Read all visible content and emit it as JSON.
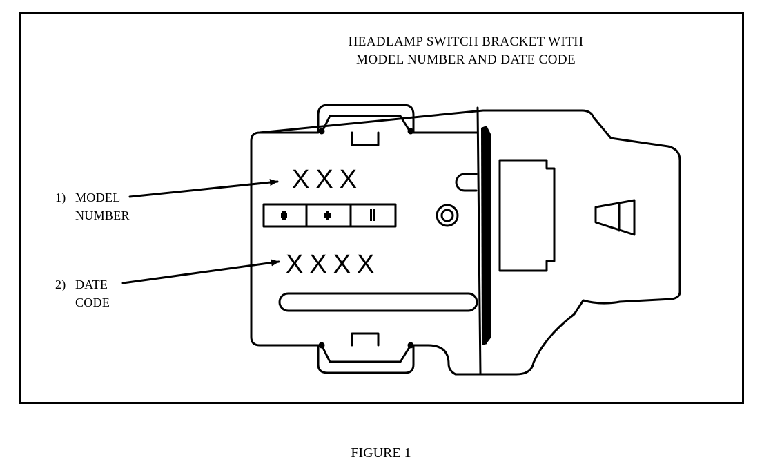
{
  "title_line_1": "HEADLAMP SWITCH BRACKET WITH",
  "title_line_2": "MODEL NUMBER AND DATE CODE",
  "label_1": {
    "num": "1)",
    "line_1": "MODEL",
    "line_2": "NUMBER"
  },
  "label_2": {
    "num": "2)",
    "line_1": "DATE",
    "line_2": "CODE"
  },
  "model_number_marking": "XXX",
  "date_code_marking": "XXXX",
  "figure_caption": "FIGURE 1"
}
